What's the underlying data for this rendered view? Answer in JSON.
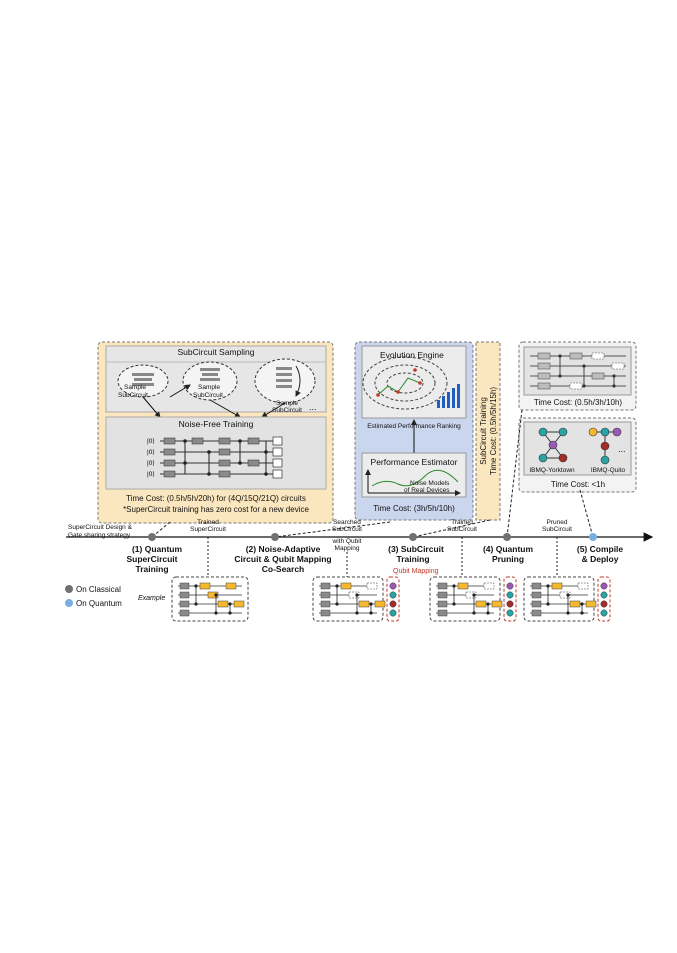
{
  "panel1": {
    "sampling_title": "SubCircuit Sampling",
    "sample_label_1": "Sample",
    "sample_label_2": "SubCircuit",
    "training_title": "Noise-Free Training",
    "ket": "|0⟩",
    "ellipsis": "...",
    "time_cost": "Time Cost: (0.5h/5h/20h) for (4Q/15Q/21Q) circuits",
    "note": "*SuperCircuit training has zero cost for a new device"
  },
  "panel2": {
    "evolution_title": "Evolution Engine",
    "ranking_label": "Estimated Performance Ranking",
    "estimator_title": "Performance Estimator",
    "noise_line1": "Noise Models",
    "noise_line2": "of Real Devices",
    "time_cost": "Time Cost: (3h/5h/10h)"
  },
  "panel3": {
    "line1": "SubCircuit Training",
    "line2": "Time Cost: (0.5h/5h/15h)"
  },
  "panel4": {
    "time_cost": "Time Cost: (0.5h/3h/10h)"
  },
  "panel5": {
    "device1": "IBMQ-Yorktown",
    "device2": "IBMQ-Quito",
    "ellipsis": "...",
    "time_cost": "Time Cost: <1h"
  },
  "timeline": {
    "start_line1": "SuperCircuit Design &",
    "start_line2": "Gate sharing strategy",
    "steps": [
      {
        "line1": "(1) Quantum",
        "line2": "SuperCircuit",
        "line3": "Training"
      },
      {
        "line1": "(2) Noise-Adaptive",
        "line2": "Circuit & Qubit Mapping",
        "line3": "Co-Search"
      },
      {
        "line1": "(3) SubCircuit",
        "line2": "Training"
      },
      {
        "line1": "(4) Quantum",
        "line2": "Pruning"
      },
      {
        "line1": "(5) Compile",
        "line2": "& Deploy"
      }
    ],
    "outputs": [
      {
        "line1": "Trained",
        "line2": "SuperCircuit"
      },
      {
        "line1": "Searched",
        "line2": "SubCircuit",
        "line3": "with Qubit",
        "line4": "Mapping"
      },
      {
        "line1": "Trained",
        "line2": "SubCircuit"
      },
      {
        "line1": "Pruned",
        "line2": "SubCircuit"
      }
    ],
    "qubit_mapping_label": "Qubit Mapping",
    "example_label": "Example"
  },
  "legend": {
    "classical": "On Classical",
    "quantum": "On Quantum"
  },
  "colors": {
    "panel1_bg": "#fbe7bf",
    "panel2_bg": "#c9d6ee",
    "gate_gray": "#8a8a8a",
    "gate_yellow": "#f5b82e",
    "classical_node": "#707070",
    "quantum_node": "#7aaee0",
    "mapping_red": "#c0392b"
  }
}
